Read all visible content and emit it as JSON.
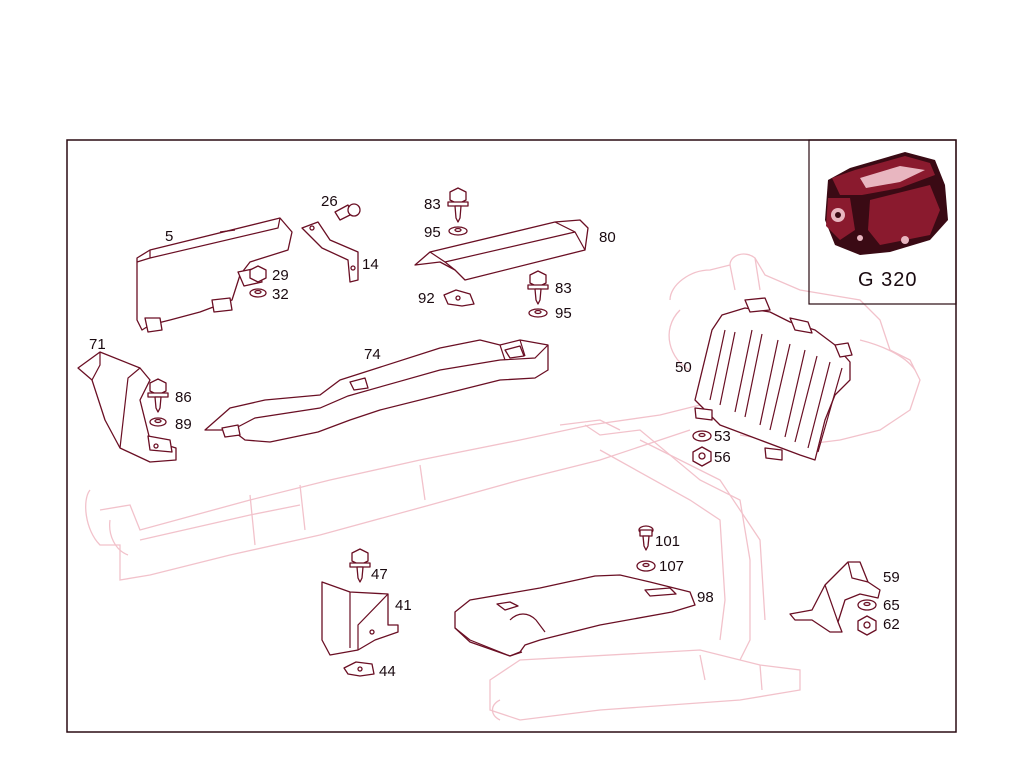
{
  "model_label": "G 320",
  "colors": {
    "part_line": "#6a0f24",
    "ghost_line": "#f2c2cb",
    "frame": "#2a0a12"
  },
  "callouts": {
    "c5": "5",
    "c14": "14",
    "c26": "26",
    "c29": "29",
    "c32": "32",
    "c83a": "83",
    "c95a": "95",
    "c80": "80",
    "c92": "92",
    "c83b": "83",
    "c95b": "95",
    "c71": "71",
    "c86": "86",
    "c89": "89",
    "c74": "74",
    "c50": "50",
    "c53": "53",
    "c56": "56",
    "c101": "101",
    "c107": "107",
    "c98": "98",
    "c47": "47",
    "c41": "41",
    "c44": "44",
    "c59": "59",
    "c65": "65",
    "c62": "62"
  }
}
